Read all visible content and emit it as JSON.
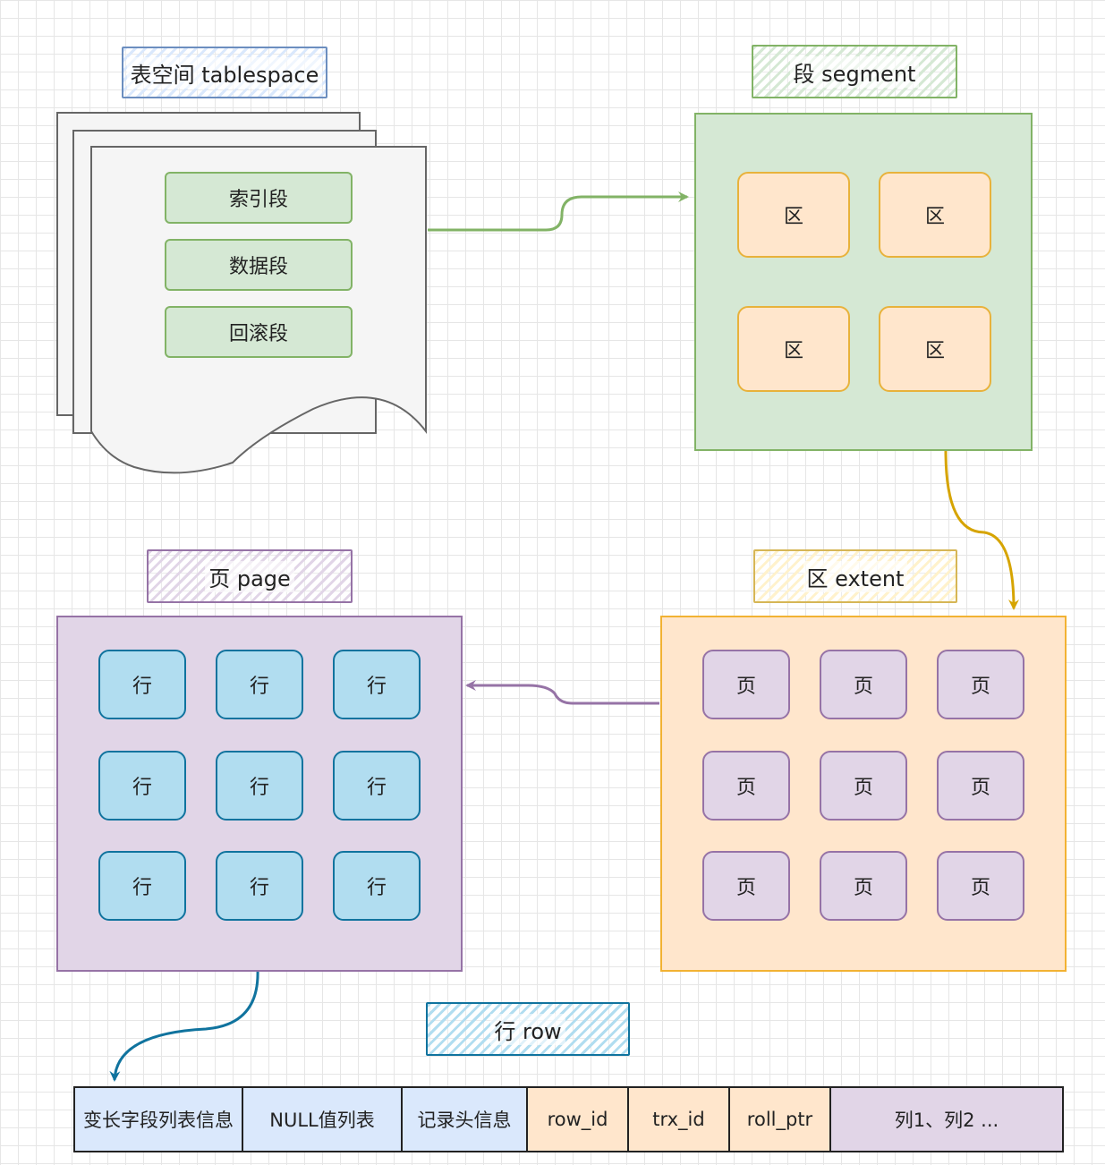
{
  "labels": {
    "tablespace": "表空间 tablespace",
    "segment": "段 segment",
    "extent": "区 extent",
    "page": "页 page",
    "row": "行 row"
  },
  "tablespace_segments": [
    "索引段",
    "数据段",
    "回滚段"
  ],
  "segment_cells": [
    "区",
    "区",
    "区",
    "区"
  ],
  "extent_cells": [
    "页",
    "页",
    "页",
    "页",
    "页",
    "页",
    "页",
    "页",
    "页"
  ],
  "page_cells": [
    "行",
    "行",
    "行",
    "行",
    "行",
    "行",
    "行",
    "行",
    "行"
  ],
  "row_fields": [
    "变长字段列表信息",
    "NULL值列表",
    "记录头信息",
    "row_id",
    "trx_id",
    "roll_ptr",
    "列1、列2 ..."
  ],
  "colors": {
    "green": "#82b366",
    "orange": "#d6a400",
    "purple": "#9673a6",
    "teal": "#10739e"
  }
}
